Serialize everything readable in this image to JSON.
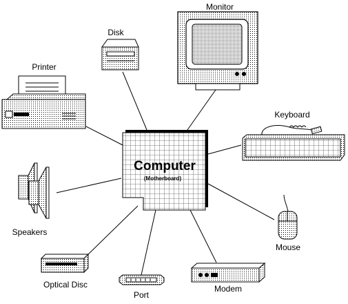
{
  "center": {
    "title": "Computer",
    "subtitle": "(Motherboard)"
  },
  "devices": {
    "monitor": "Monitor",
    "disk": "Disk",
    "printer": "Printer",
    "keyboard": "Keyboard",
    "speakers": "Speakers",
    "mouse": "Mouse",
    "optical_disc": "Optical Disc",
    "port": "Port",
    "modem": "Modem"
  }
}
